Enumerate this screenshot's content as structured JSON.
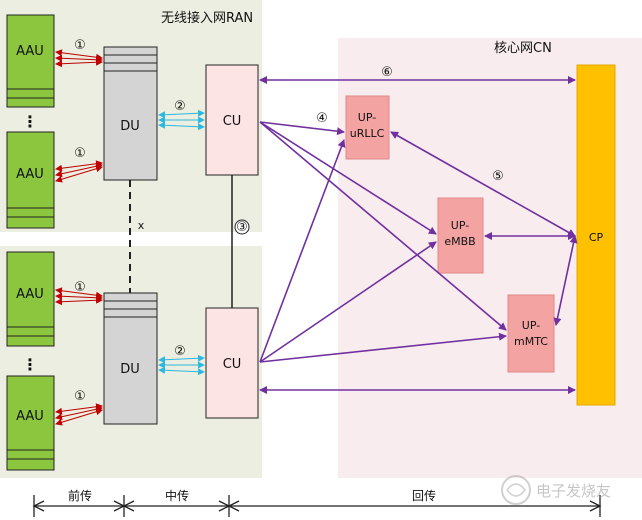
{
  "regions": {
    "ran_title": "无线接入网RAN",
    "cn_title": "核心网CN"
  },
  "nodes": {
    "aau": "AAU",
    "du": "DU",
    "cu": "CU",
    "cp": "CP",
    "up_urllc": [
      "UP-",
      "uRLLC"
    ],
    "up_embb": [
      "UP-",
      "eMBB"
    ],
    "up_mmtc": [
      "UP-",
      "mMTC"
    ]
  },
  "markers": {
    "m1": "①",
    "m2": "②",
    "m3": "③",
    "m4": "④",
    "m5": "⑤",
    "m6": "⑥",
    "x": "x",
    "dots": "⋮"
  },
  "bottom_axis": {
    "fronthaul": "前传",
    "midhaul": "中传",
    "backhaul": "回传"
  },
  "watermark": "电子发烧友",
  "colors": {
    "ran_bg": "#ebeee0",
    "cn_bg": "#f8ecee",
    "aau_green": "#8cc63f",
    "du_gray": "#d4d4d4",
    "cu_pink": "#fce4e4",
    "up_red": "#f4a3a3",
    "cp_gold": "#ffc000",
    "purple": "#7030a0",
    "red_arrow": "#c00000",
    "cyan_arrow": "#2eb8e0"
  }
}
